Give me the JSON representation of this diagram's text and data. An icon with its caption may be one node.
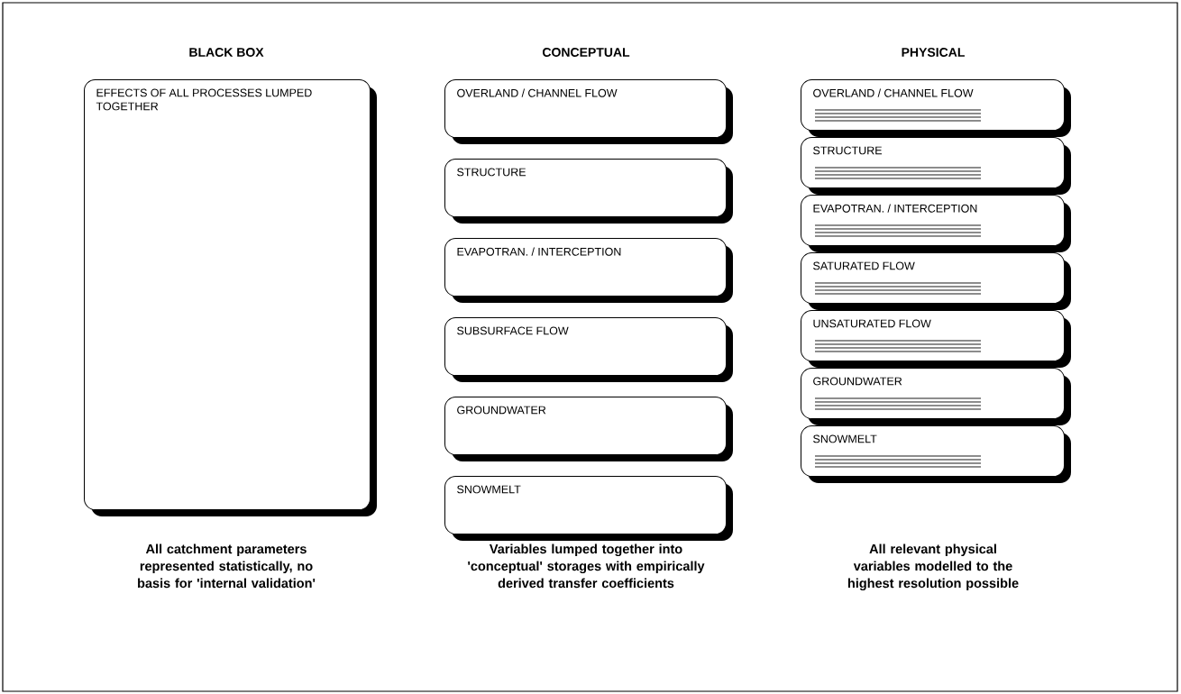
{
  "diagram": {
    "nodes": [
      {
        "text": [
          "EFFECTS OF ALL PROCESSES LUMPED TOGETHER"
        ]
      },
      {
        "text": [
          "OVERLAND / CHANNEL FLOW"
        ]
      },
      {
        "text": [
          "STRUCTURE"
        ]
      },
      {
        "text": [
          "EVAPOTRAN. / INTERCEPTION"
        ]
      },
      {
        "text": [
          "SUBSURFACE FLOW"
        ]
      },
      {
        "text": [
          "GROUNDWATER"
        ]
      },
      {
        "text": [
          "SNOWMELT"
        ]
      },
      {
        "text": [
          "OVERLAND / CHANNEL FLOW"
        ]
      },
      {
        "text": [
          "STRUCTURE"
        ]
      },
      {
        "text": [
          "EVAPOTRAN. / INTERCEPTION"
        ]
      },
      {
        "text": [
          "SATURATED FLOW"
        ]
      },
      {
        "text": [
          "UNSATURATED FLOW"
        ]
      },
      {
        "text": [
          "GROUNDWATER"
        ]
      },
      {
        "text": [
          "SNOWMELT"
        ]
      }
    ],
    "labels": [
      "BLACK BOX",
      "CONCEPTUAL",
      "PHYSICAL",
      "All catchment parameters represented statistically, no basis for 'internal validation'",
      "Variables lumped together into 'conceptual' storages with empirically derived transfer coefficients",
      "All relevant physical variables modelled to the highest resolution possible"
    ]
  }
}
